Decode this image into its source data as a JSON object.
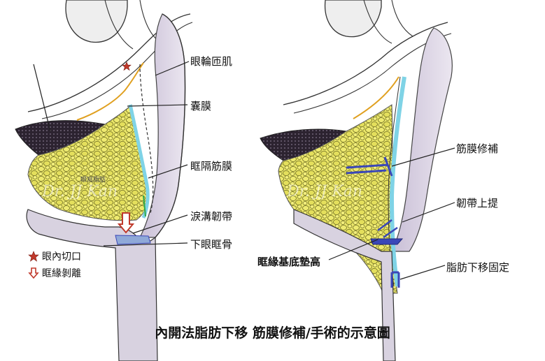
{
  "left_panel": {
    "labels": {
      "orbicularis": "眼輪匝肌",
      "capsule": "囊膜",
      "septum": "眶隔筋膜",
      "tear_trough_ligament": "淚溝韌帶",
      "lower_orbital_bone": "下眼眶骨"
    },
    "legend": {
      "incision_label": "眼內切口",
      "release_label": "眶緣剝離"
    },
    "watermark": "Dr. JJ Kan",
    "small_text": "眼窩脂肪"
  },
  "right_panel": {
    "labels": {
      "fascia_repair": "筋膜修補",
      "ligament_lift": "韌帶上提",
      "rim_base_elevation": "眶緣基底墊高",
      "fat_fixation": "脂肪下移固定"
    },
    "watermark": "Dr. JJ Kan"
  },
  "caption": "內開法脂肪下移 筋膜修補/手術的示意圖",
  "colors": {
    "fat": "#e6e25a",
    "fat_outline": "#7a7a2a",
    "septum": "#7fd3e6",
    "muscle": "#d9d2e3",
    "bone": "#cfcad8",
    "tarsal": "#3a2b38",
    "incision_star": "#c0392b",
    "release_arrow": "#c0392b",
    "suture": "#3a47b8"
  },
  "icons": {
    "incision": "star-icon",
    "release": "down-arrow-outline-icon"
  }
}
